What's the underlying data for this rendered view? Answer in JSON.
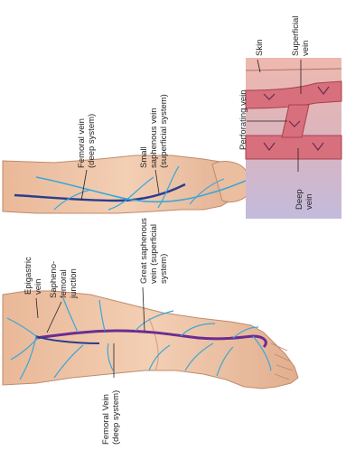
{
  "labels": {
    "femoral_vein_deep": [
      "Femoral vein",
      "(deep system)"
    ],
    "small_saphenous": [
      "Small",
      "saphenous vein",
      "(superficial system)"
    ],
    "epigastric": [
      "Epigastric",
      "vein"
    ],
    "saphenofemoral": [
      "Sapheno-",
      "femoral",
      "junction"
    ],
    "great_saphenous": [
      "Great saphenous",
      "vein (superficial",
      "system)"
    ],
    "femoral_vein_lower": [
      "Femoral Vein",
      "(deep system)"
    ],
    "skin": "Skin",
    "superficial_vein": [
      "Superficial",
      "vein"
    ],
    "perforating_vein": "Perforating vein",
    "deep_vein": [
      "Deep",
      "vein"
    ]
  },
  "colors": {
    "skin": "#f0c7a8",
    "skin_shade": "#d9a384",
    "deep_vein": "#2a3d8f",
    "superficial_vein": "#3aa7d9",
    "great_saphenous": "#6b2c91",
    "vessel_red": "#c2505f",
    "inset_top": "#e6a9a0",
    "inset_bottom": "#c8c0dd"
  }
}
